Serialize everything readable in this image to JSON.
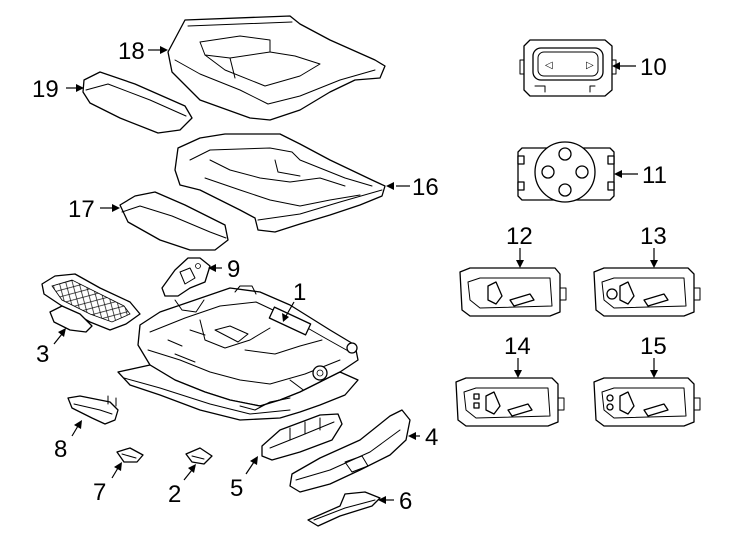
{
  "diagram": {
    "callouts": [
      {
        "id": "c1",
        "label": "1"
      },
      {
        "id": "c2",
        "label": "2"
      },
      {
        "id": "c3",
        "label": "3"
      },
      {
        "id": "c4",
        "label": "4"
      },
      {
        "id": "c5",
        "label": "5"
      },
      {
        "id": "c6",
        "label": "6"
      },
      {
        "id": "c7",
        "label": "7"
      },
      {
        "id": "c8",
        "label": "8"
      },
      {
        "id": "c9",
        "label": "9"
      },
      {
        "id": "c10",
        "label": "10"
      },
      {
        "id": "c11",
        "label": "11"
      },
      {
        "id": "c12",
        "label": "12"
      },
      {
        "id": "c13",
        "label": "13"
      },
      {
        "id": "c14",
        "label": "14"
      },
      {
        "id": "c15",
        "label": "15"
      },
      {
        "id": "c16",
        "label": "16"
      },
      {
        "id": "c17",
        "label": "17"
      },
      {
        "id": "c18",
        "label": "18"
      },
      {
        "id": "c19",
        "label": "19"
      }
    ],
    "switch_glyphs": {
      "left": "◁",
      "right": "▷"
    }
  }
}
